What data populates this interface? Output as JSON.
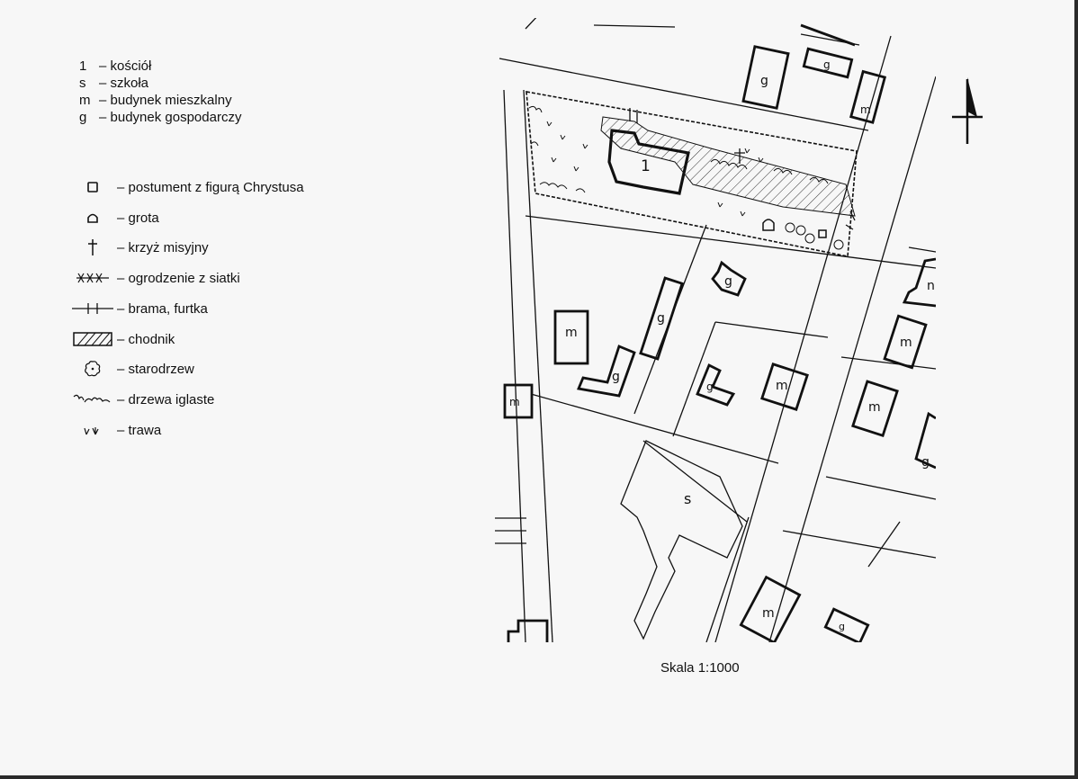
{
  "legend_letters": [
    {
      "key": "1",
      "label": "– kościół"
    },
    {
      "key": "s",
      "label": "– szkoła"
    },
    {
      "key": "m",
      "label": "– budynek mieszkalny"
    },
    {
      "key": "g",
      "label": "– budynek gospodarczy"
    }
  ],
  "legend_symbols": [
    {
      "icon": "pedestal-square-icon",
      "label": "– postument z figurą Chrystusa"
    },
    {
      "icon": "grotto-arch-icon",
      "label": "– grota"
    },
    {
      "icon": "mission-cross-icon",
      "label": "– krzyż misyjny"
    },
    {
      "icon": "mesh-fence-icon",
      "label": "– ogrodzenie z siatki"
    },
    {
      "icon": "gate-icon",
      "label": "– brama, furtka"
    },
    {
      "icon": "hatched-sidewalk-icon",
      "label": "– chodnik"
    },
    {
      "icon": "old-tree-icon",
      "label": "– starodrzew"
    },
    {
      "icon": "conifer-trees-icon",
      "label": "– drzewa iglaste"
    },
    {
      "icon": "grass-icon",
      "label": "– trawa"
    }
  ],
  "map": {
    "church_label": "1",
    "school_label": "s",
    "residential_label": "m",
    "farm_label": "g",
    "partial_m_label": "n"
  },
  "scale": "Skala 1:1000"
}
